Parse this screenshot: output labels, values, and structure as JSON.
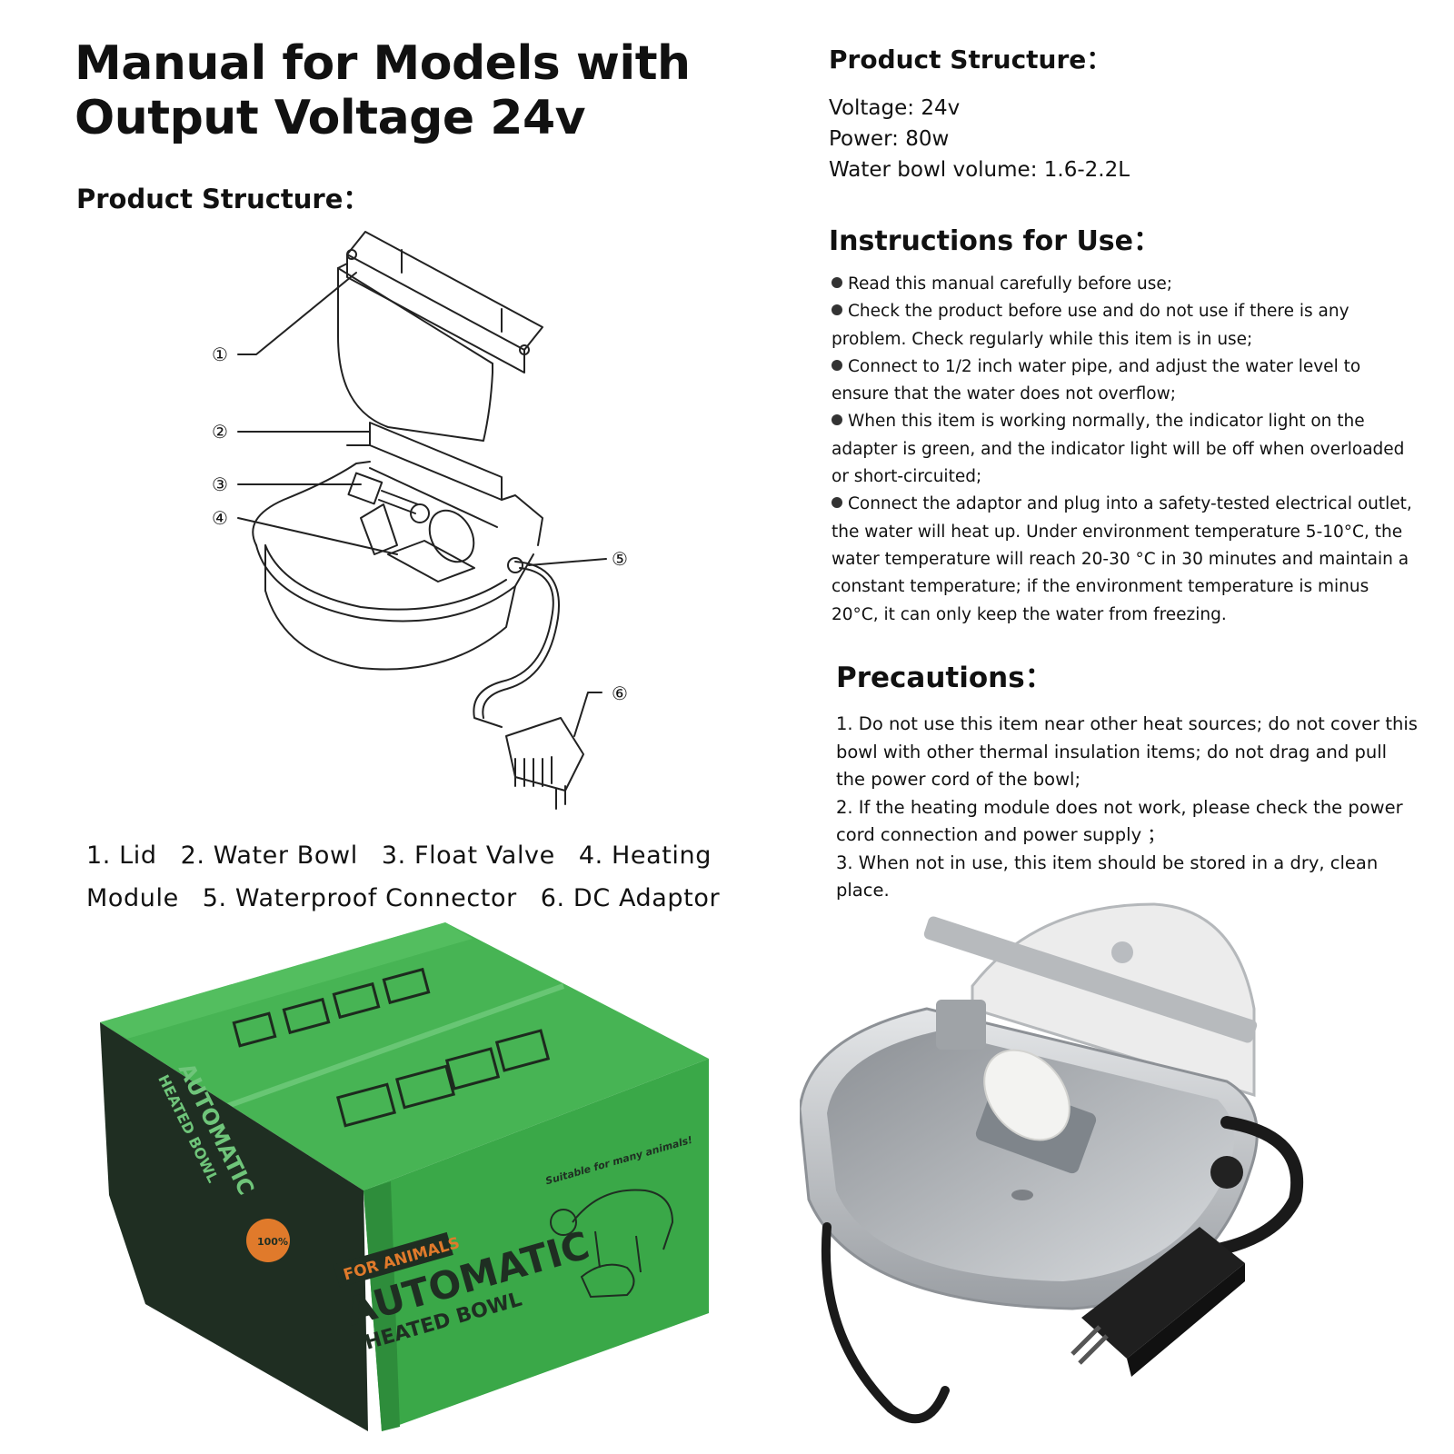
{
  "title": {
    "line1": "Manual for Models with",
    "line2": "Output Voltage 24v"
  },
  "left": {
    "heading": "Product Structure："
  },
  "diagram": {
    "callouts": [
      "①",
      "②",
      "③",
      "④",
      "⑤",
      "⑥"
    ]
  },
  "legend": {
    "row1": [
      "1. Lid",
      "2. Water Bowl",
      "3. Float Valve",
      "4. Heating"
    ],
    "row2": [
      "Module",
      "5. Waterproof Connector",
      "6. DC Adaptor"
    ]
  },
  "specs": {
    "heading": "Product Structure：",
    "voltage": "Voltage: 24v",
    "power": "Power: 80w",
    "volume": "Water bowl volume: 1.6-2.2L"
  },
  "instructions": {
    "heading": "Instructions for Use：",
    "items": [
      "Read this manual carefully before use;",
      "Check the product before use and do not use if there is any problem. Check regularly while this item is in use;",
      "Connect to 1/2 inch water pipe, and adjust the water level to ensure that the water does not overflow;",
      "When this item is working normally, the indicator light on the adapter is green, and the indicator light will be off when overloaded or short-circuited;",
      "Connect the adaptor and plug into a safety-tested electrical outlet,  the water will heat up. Under environment temperature 5-10°C, the water temperature will reach 20-30 °C in 30 minutes and maintain a constant temperature; if the environment temperature is minus 20°C, it can only keep the water from freezing."
    ]
  },
  "precautions": {
    "heading": "Precautions：",
    "items": [
      "1. Do not use this item near other heat sources; do not cover this bowl with other thermal insulation items; do not drag and pull the power cord of the bowl;",
      "2. If the heating module does not work, please check the power cord connection and power supply ；",
      "3. When not in use, this item should be stored in a dry, clean place."
    ]
  },
  "box": {
    "tag": "FOR ANIMALS",
    "brand": "AUTOMATIC",
    "subtitle": "HEATED BOWL",
    "tagline": "Suitable for many animals!",
    "side_brand": "AUTOMATIC",
    "side_sub": "HEATED BOWL",
    "seal": "100%",
    "colors": {
      "box_green": "#3fae4a",
      "box_dark": "#1f2e22",
      "accent_orange": "#e07a2b"
    }
  },
  "photo": {
    "colors": {
      "steel": "#c8ccd0",
      "steel_dark": "#8d9196",
      "cord": "#1a1a1a",
      "float": "#f3f3f1"
    }
  }
}
